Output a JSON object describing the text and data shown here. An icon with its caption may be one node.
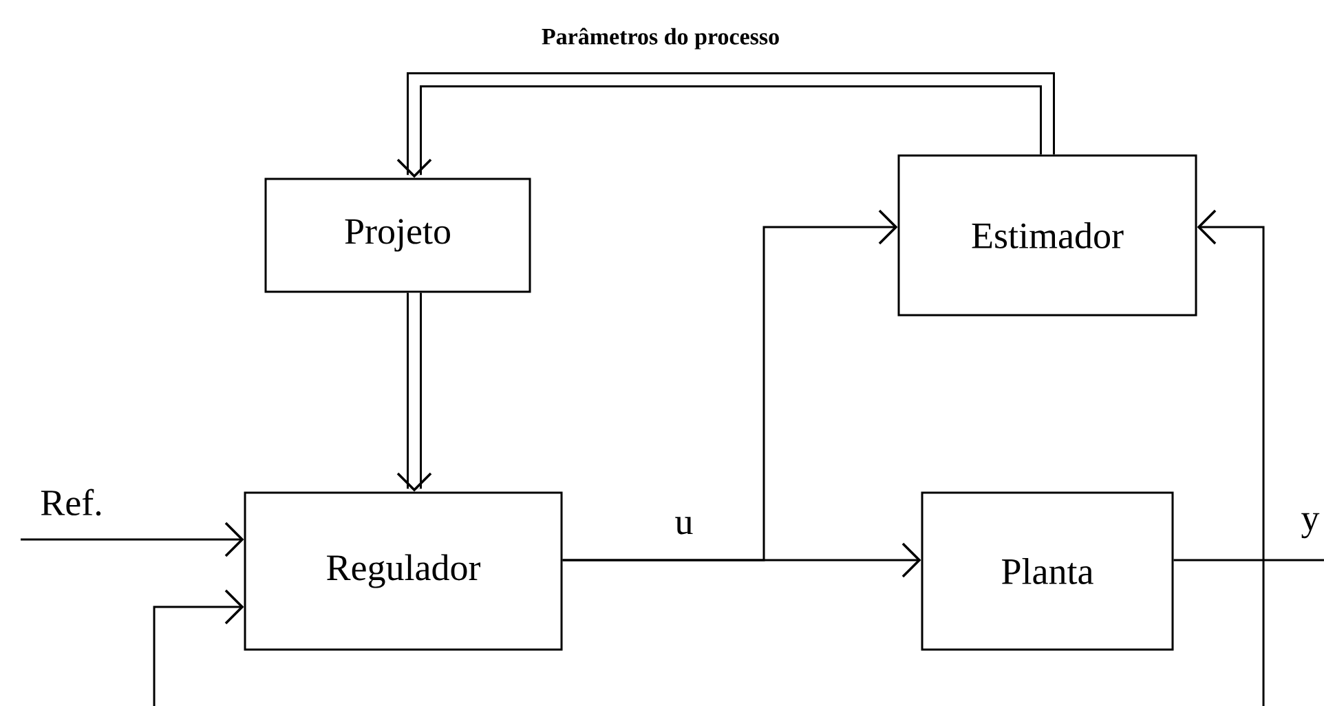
{
  "diagram": {
    "nodes": [
      {
        "text": [
          "Projeto"
        ]
      },
      {
        "text": [
          "Estimador"
        ]
      },
      {
        "text": [
          "Regulador"
        ]
      },
      {
        "text": [
          "Planta"
        ]
      }
    ],
    "edges": [
      {
        "from": 1,
        "to": 0,
        "arrow": "to",
        "label": "Parâmetros do processo",
        "style": "thick"
      },
      {
        "from": 0,
        "to": 2,
        "arrow": "to",
        "style": "thick"
      },
      {
        "from": null,
        "to": 2,
        "arrow": "to",
        "label": "Ref."
      },
      {
        "from": null,
        "to": 2,
        "arrow": "to"
      },
      {
        "from": 2,
        "to": 3,
        "arrow": "to",
        "label": "u"
      },
      {
        "from": 2,
        "to": 1,
        "arrow": "to"
      },
      {
        "from": 3,
        "to": null,
        "arrow": "none",
        "label": "y"
      },
      {
        "from": null,
        "to": 1,
        "arrow": "to"
      }
    ]
  }
}
